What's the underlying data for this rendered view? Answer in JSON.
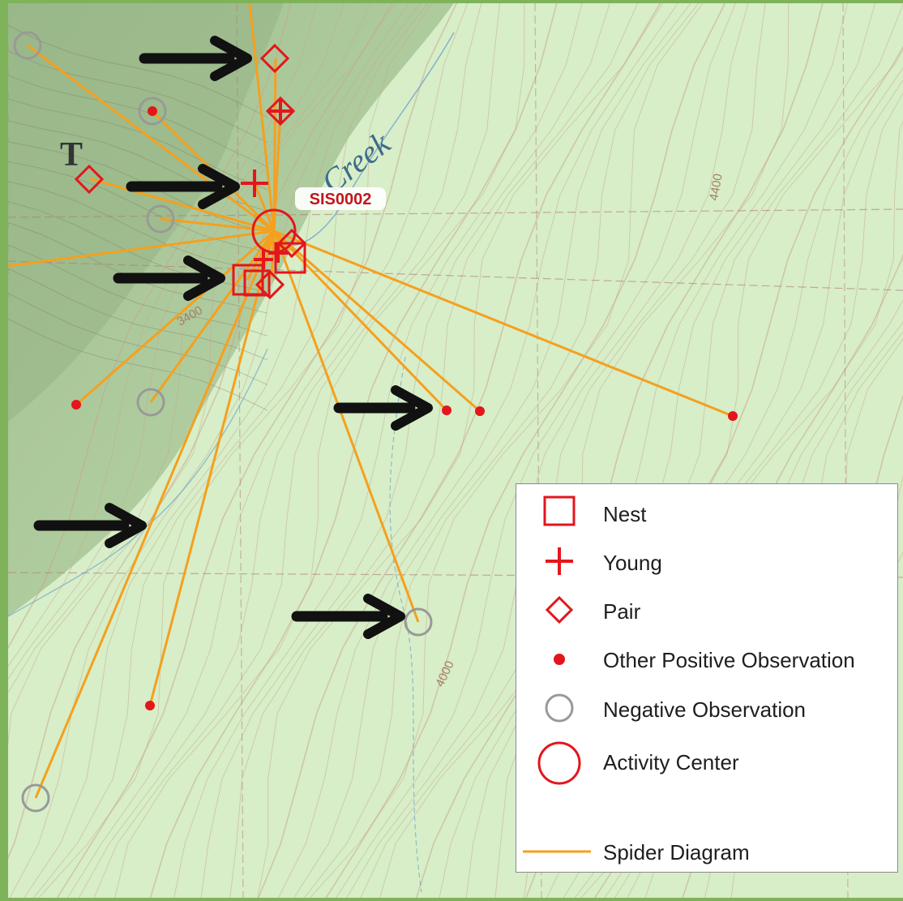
{
  "map": {
    "site_label": "SIS0002",
    "creek_label": "Creek",
    "map_letter": "T",
    "contour_labels": [
      "3400",
      "4400",
      "4000"
    ],
    "colors": {
      "background_light": "#d7eec8",
      "background_dark": "#a9c79a",
      "frame": "#7fb35a",
      "contour": "#c8a58c",
      "spider_line": "#f5a01e",
      "symbol_red": "#e3161c",
      "negative_gray": "#999999",
      "arrow": "#111111"
    }
  },
  "legend": {
    "items": [
      {
        "symbol": "nest-square",
        "label": "Nest"
      },
      {
        "symbol": "young-cross",
        "label": "Young"
      },
      {
        "symbol": "pair-diamond",
        "label": "Pair"
      },
      {
        "symbol": "red-dot",
        "label": "Other Positive Observation"
      },
      {
        "symbol": "gray-circle",
        "label": "Negative Observation"
      },
      {
        "symbol": "big-red-circle",
        "label": "Activity Center"
      },
      {
        "symbol": "orange-line",
        "label": "Spider Diagram"
      }
    ]
  }
}
